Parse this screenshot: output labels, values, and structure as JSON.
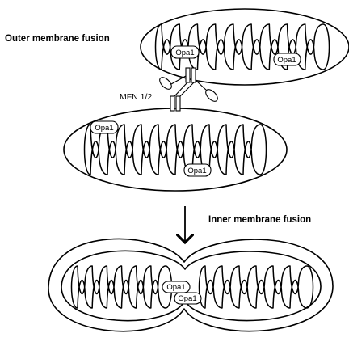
{
  "labels": {
    "outer_membrane_fusion": "Outer membrane fusion",
    "inner_membrane_fusion": "Inner membrane fusion",
    "mfn": "MFN 1/2"
  },
  "protein_tags": {
    "top_left": "Opa1",
    "top_right": "Opa1",
    "middle_left": "Opa1",
    "middle_right": "Opa1",
    "fused_upper": "Opa1",
    "fused_lower": "Opa1"
  }
}
